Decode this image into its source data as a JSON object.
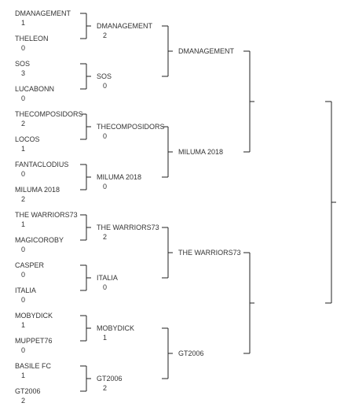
{
  "bracket": {
    "rounds": [
      {
        "matches": [
          {
            "teams": [
              {
                "name": "DMANAGEMENT",
                "score": "1"
              },
              {
                "name": "THELEON",
                "score": "0"
              }
            ]
          },
          {
            "teams": [
              {
                "name": "SOS",
                "score": "3"
              },
              {
                "name": "LUCABONN",
                "score": "0"
              }
            ]
          },
          {
            "teams": [
              {
                "name": "THECOMPOSIDORS",
                "score": "2"
              },
              {
                "name": "LOCOS",
                "score": "1"
              }
            ]
          },
          {
            "teams": [
              {
                "name": "FANTACLODIUS",
                "score": "0"
              },
              {
                "name": "MILUMA 2018",
                "score": "2"
              }
            ]
          },
          {
            "teams": [
              {
                "name": "THE WARRIORS73",
                "score": "1"
              },
              {
                "name": "MAGICOROBY",
                "score": "0"
              }
            ]
          },
          {
            "teams": [
              {
                "name": "CASPER",
                "score": "0"
              },
              {
                "name": "ITALIA",
                "score": "0"
              }
            ]
          },
          {
            "teams": [
              {
                "name": "MOBYDICK",
                "score": "1"
              },
              {
                "name": "MUPPET76",
                "score": "0"
              }
            ]
          },
          {
            "teams": [
              {
                "name": "BASILE FC",
                "score": "1"
              },
              {
                "name": "GT2006",
                "score": "2"
              }
            ]
          }
        ]
      },
      {
        "matches": [
          {
            "teams": [
              {
                "name": "DMANAGEMENT",
                "score": "2"
              },
              {
                "name": "SOS",
                "score": "0"
              }
            ]
          },
          {
            "teams": [
              {
                "name": "THECOMPOSIDORS",
                "score": "0"
              },
              {
                "name": "MILUMA 2018",
                "score": "0"
              }
            ]
          },
          {
            "teams": [
              {
                "name": "THE WARRIORS73",
                "score": "2"
              },
              {
                "name": "ITALIA",
                "score": "0"
              }
            ]
          },
          {
            "teams": [
              {
                "name": "MOBYDICK",
                "score": "1"
              },
              {
                "name": "GT2006",
                "score": "2"
              }
            ]
          }
        ]
      },
      {
        "matches": [
          {
            "teams": [
              {
                "name": "DMANAGEMENT",
                "score": ""
              },
              {
                "name": "MILUMA 2018",
                "score": ""
              }
            ]
          },
          {
            "teams": [
              {
                "name": "THE WARRIORS73",
                "score": ""
              },
              {
                "name": "GT2006",
                "score": ""
              }
            ]
          }
        ]
      },
      {
        "matches": [
          {
            "teams": [
              {
                "name": "",
                "score": ""
              },
              {
                "name": "",
                "score": ""
              }
            ]
          }
        ]
      },
      {
        "matches": [
          {
            "teams": [
              {
                "name": "",
                "score": ""
              }
            ]
          }
        ]
      }
    ],
    "line_color": "#222222",
    "text_color": "#333333"
  }
}
